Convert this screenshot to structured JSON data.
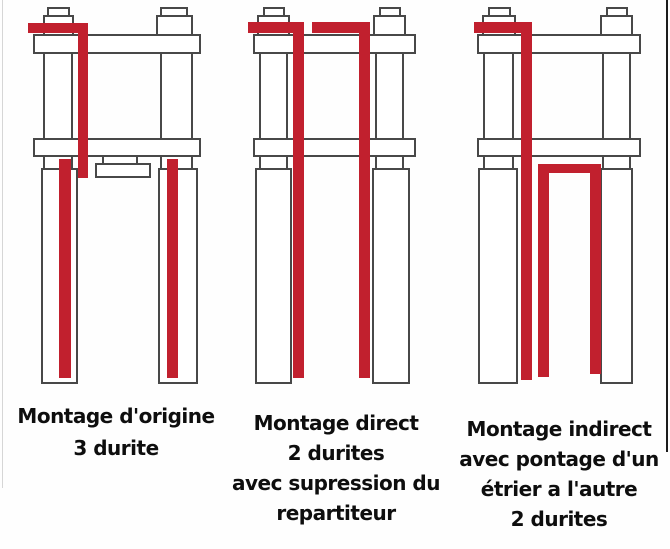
{
  "colors": {
    "background": "#fefefe",
    "fill": "#ffffff",
    "outline": "#484848",
    "hose": "#c1202e",
    "text": "#0e0e0e",
    "edge_right": "#1c1c1c",
    "edge_left": "#d6d6d6"
  },
  "panels": [
    {
      "id": "montage-origine",
      "caption": [
        "Montage d'origine",
        "3 durite"
      ]
    },
    {
      "id": "montage-direct",
      "caption": [
        "Montage direct",
        "2 durites",
        "avec supression du",
        "repartiteur"
      ]
    },
    {
      "id": "montage-indirect",
      "caption": [
        "Montage indirect",
        "avec pontage d'un",
        "étrier a l'autre",
        "2 durites"
      ]
    }
  ]
}
